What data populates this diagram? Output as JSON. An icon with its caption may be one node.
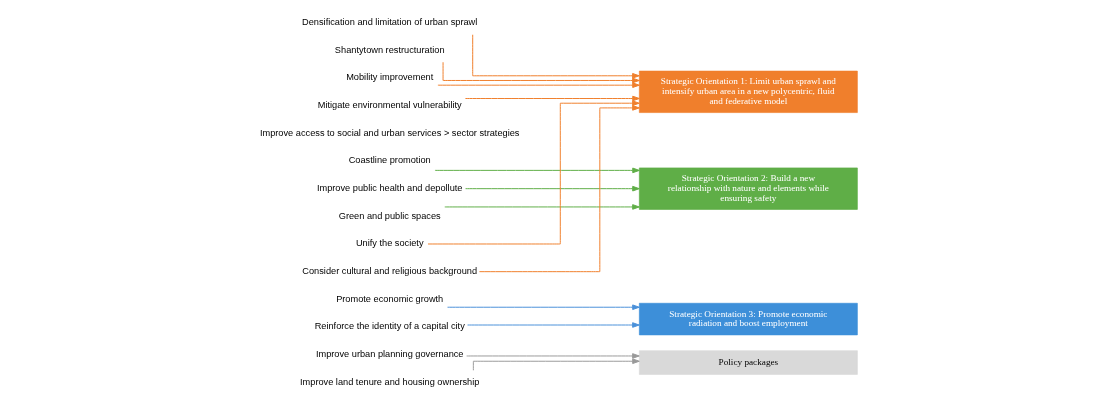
{
  "diagram": {
    "nodes": [
      {
        "text": [
          "Densification and limitation of urban sprawl"
        ]
      },
      {
        "text": [
          "Shantytown restructuration"
        ]
      },
      {
        "text": [
          "Mobility improvement"
        ]
      },
      {
        "text": [
          "Mitigate environmental vulnerability"
        ]
      },
      {
        "text": [
          "Coastline promotion"
        ]
      },
      {
        "text": [
          "Improve public health and depollute"
        ]
      },
      {
        "text": [
          "Green and public spaces"
        ]
      },
      {
        "text": [
          "Unify the society"
        ]
      },
      {
        "text": [
          "Consider cultural and religious background"
        ]
      },
      {
        "text": [
          "Promote economic growth"
        ]
      },
      {
        "text": [
          "Reinforce the identity of a capital city"
        ]
      },
      {
        "text": [
          "Improve urban planning governance"
        ]
      },
      {
        "text": [
          "Improve land tenure and housing ownership"
        ]
      },
      {
        "text": [
          "Strategic Orientation 1: Limit urban sprawl and intensify urban area in a new polycentric, fluid and federative model"
        ]
      },
      {
        "text": [
          "Strategic Orientation 2: Build a new relationship with nature and elements while ensuring safety"
        ]
      },
      {
        "text": [
          "Strategic Orientation 3: Promote economic radiation and boost employment"
        ]
      },
      {
        "text": [
          "Policy packages"
        ]
      }
    ],
    "edges": [
      {
        "from": 0,
        "to": 13,
        "arrow": "to"
      },
      {
        "from": 1,
        "to": 13,
        "arrow": "to"
      },
      {
        "from": 2,
        "to": 13,
        "arrow": "to"
      },
      {
        "from": 3,
        "to": 13,
        "arrow": "to"
      },
      {
        "from": 4,
        "to": 14,
        "arrow": "to",
        "color": "#5fae47"
      },
      {
        "from": 5,
        "to": 14,
        "arrow": "to",
        "color": "#5fae47"
      },
      {
        "from": 6,
        "to": 14,
        "arrow": "to",
        "color": "#5fae47"
      },
      {
        "from": 7,
        "to": 13,
        "arrow": "to"
      },
      {
        "from": 8,
        "to": 13,
        "arrow": "to"
      },
      {
        "from": 9,
        "to": 15,
        "arrow": "to",
        "color": "#4a90d9"
      },
      {
        "from": 10,
        "to": 15,
        "arrow": "to",
        "color": "#4a90d9"
      },
      {
        "from": 11,
        "to": 16,
        "arrow": "to",
        "color": "#999999"
      },
      {
        "from": 12,
        "to": 16,
        "arrow": "to",
        "color": "#999999"
      }
    ],
    "labels": [
      "Improve access to social and urban services > sector strategies"
    ]
  }
}
